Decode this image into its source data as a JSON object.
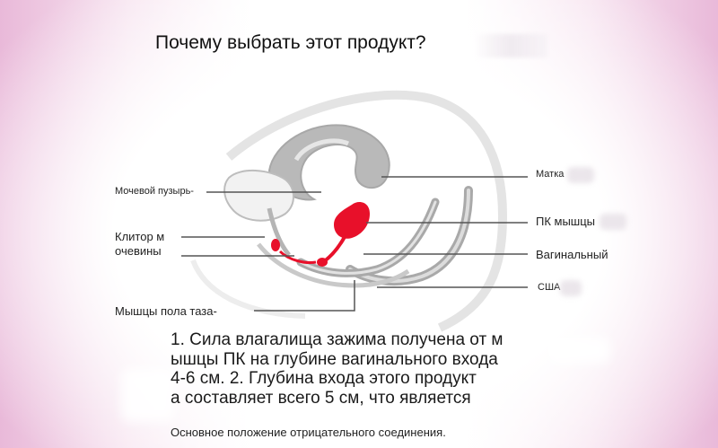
{
  "title": "Почему выбрать этот продукт?",
  "labels": {
    "bladder": "Мочевой пузырь-",
    "clitoris_line1": "Клитор м",
    "clitoris_line2": "очевины",
    "pelvic_floor": "Мышцы пола таза-",
    "uterus": "Матка",
    "pc_muscles": "ПК мышцы",
    "vaginal": "Вагинальный",
    "usa": "США"
  },
  "description": {
    "lines": [
      "1. Сила влагалища зажима получена от м",
      "ышцы ПК на глубине вагинального входа",
      "4-6 см. 2. Глубина входа этого продукт",
      "а составляет всего 5 см, что является"
    ]
  },
  "footnote": "Основное положение отрицательного соединения.",
  "colors": {
    "product": "#e8102a",
    "anatomy_fill": "#b8b8b8",
    "anatomy_line": "#9a9a9a",
    "pink_border": "#e9b9d9"
  },
  "icons": {
    "product": "kegel-ball-device-icon"
  }
}
